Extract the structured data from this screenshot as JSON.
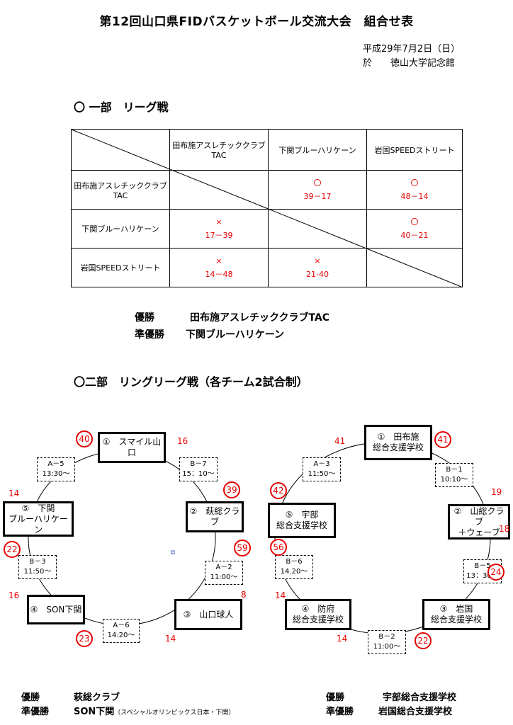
{
  "header": {
    "title": "第12回山口県FIDバスケットボール交流大会　組合せ表",
    "date": "平成29年7月2日（日）",
    "venue": "於　　徳山大学記念館"
  },
  "league1": {
    "heading": "〇 一部　リーグ戦",
    "col_headers": [
      "田布施アスレチッククラブ\nTAC",
      "下関ブルーハリケーン",
      "岩国SPEEDストリート"
    ],
    "rows": [
      {
        "team": "田布施アスレチッククラブ\nTAC",
        "cells": [
          "",
          "〇\n39－17",
          "〇\n48－14"
        ]
      },
      {
        "team": "下関ブルーハリケーン",
        "cells": [
          "×\n17－39",
          "",
          "〇\n40－21"
        ]
      },
      {
        "team": "岩国SPEEDストリート",
        "cells": [
          "×\n14－48",
          "×\n21-40",
          ""
        ]
      }
    ],
    "champion_label": "優勝",
    "champion": "田布施アスレチッククラブTAC",
    "runner_label": "準優勝",
    "runner": "下関ブルーハリケーン"
  },
  "league2": {
    "heading": "〇二部　リングリーグ戦（各チーム2試合制）",
    "ringA": {
      "teams": [
        "①　スマイル山口",
        "②　萩総クラブ",
        "③　山口球人",
        "④　SON下関",
        "⑤　下関\nブルーハリケーン"
      ],
      "matches": [
        "A－5\n13:30～",
        "B－7\n15：10～",
        "A－2\n11:00～",
        "A－6\n14:20～",
        "B－3\n11:50～"
      ],
      "scores": [
        "40",
        "39",
        "59",
        "22",
        "23"
      ],
      "points": [
        "16",
        "14",
        "8",
        "14",
        "16"
      ]
    },
    "ringB": {
      "teams": [
        "①　田布施\n総合支援学校",
        "②　山総クラブ\n＋ウェーブ",
        "③　岩国\n総合支援学校",
        "④　防府\n総合支援学校",
        "⑤　宇部\n総合支援学校"
      ],
      "matches": [
        "A－3\n11:50～",
        "B－1\n10:10～",
        "B－5\n13：30～",
        "B－2\n11:00～",
        "B－6\n14.20～"
      ],
      "scores": [
        "41",
        "24",
        "22",
        "42",
        "56"
      ],
      "points": [
        "41",
        "19",
        "18",
        "14",
        "14"
      ]
    },
    "resultA": {
      "champion_label": "優勝",
      "champion": "萩総クラブ",
      "runner_label": "準優勝",
      "runner": "SON下関",
      "runner_note": "（スペシャルオリンピックス日本・下関）"
    },
    "resultB": {
      "champion_label": "優勝",
      "champion": "宇部総合支援学校",
      "runner_label": "準優勝",
      "runner": "岩国総合支援学校"
    }
  }
}
